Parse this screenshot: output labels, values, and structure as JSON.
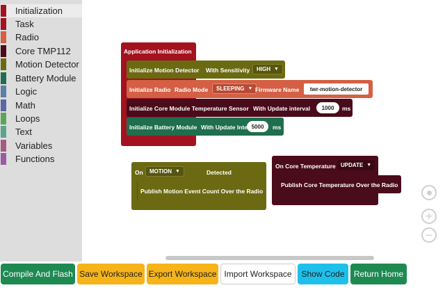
{
  "toolbox": {
    "items": [
      {
        "label": "Initialization",
        "color": "#a3121f",
        "selected": true
      },
      {
        "label": "Task",
        "color": "#a3121f"
      },
      {
        "label": "Radio",
        "color": "#d45f44"
      },
      {
        "label": "Core TMP112",
        "color": "#4a0b1b"
      },
      {
        "label": "Motion Detector",
        "color": "#6b6a12"
      },
      {
        "label": "Battery Module",
        "color": "#1f6e4d"
      },
      {
        "label": "Logic",
        "color": "#5b80a5"
      },
      {
        "label": "Math",
        "color": "#5b67a5"
      },
      {
        "label": "Loops",
        "color": "#5ba55b"
      },
      {
        "label": "Text",
        "color": "#5ba58c"
      },
      {
        "label": "Variables",
        "color": "#a55b80"
      },
      {
        "label": "Functions",
        "color": "#995ba5"
      }
    ]
  },
  "blocks": {
    "init": {
      "header": "Application Initialization",
      "color": "#a3121f",
      "motion": {
        "label": "Initialize Motion Detector",
        "with": "With Sensitivity",
        "value": "HIGH",
        "color": "#6b6a12"
      },
      "radio": {
        "label": "Initialize Radio",
        "mode_label": "Radio Mode",
        "mode": "SLEEPING",
        "firmware_label": "Firmware Name",
        "firmware": "twr-motion-detector",
        "color": "#d45f44"
      },
      "core": {
        "label": "Initialize Core Module Temperature Sensor",
        "with": "With Update interval",
        "value": "1000",
        "unit": "ms",
        "color": "#4a0b1b"
      },
      "battery": {
        "label": "Initialize Battery Module",
        "with": "With Update Interval",
        "value": "5000",
        "unit": "ms",
        "color": "#1f6e4d"
      }
    },
    "motion_event": {
      "on": "On",
      "event": "MOTION",
      "detected": "Detected",
      "body": "Publish Motion Event Count Over the Radio",
      "color": "#6b6a12"
    },
    "core_temp": {
      "header": "On Core Temperature",
      "event": "UPDATE",
      "body": "Publish Core Temperature Over the Radio",
      "color": "#4a0b1b"
    }
  },
  "zoom": {
    "reset": "target-icon",
    "in": "+",
    "out": "−"
  },
  "buttons": [
    {
      "label": "Compile And Flash",
      "color": "#1e8a52"
    },
    {
      "label": "Save Workspace",
      "color": "#f6b419"
    },
    {
      "label": "Export Workspace",
      "color": "#f6b419"
    },
    {
      "label": "Import Workspace",
      "color": "#ffffff"
    },
    {
      "label": "Show Code",
      "color": "#1ec0ea"
    },
    {
      "label": "Return Home",
      "color": "#1e8a52"
    }
  ]
}
